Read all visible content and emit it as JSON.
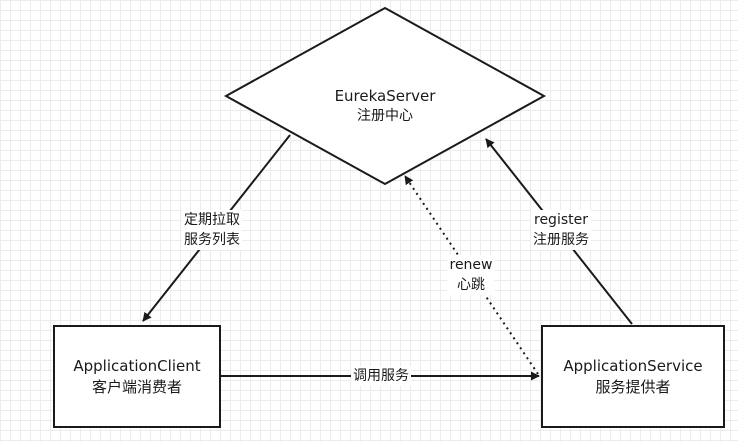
{
  "eureka": {
    "line1": "EurekaServer",
    "line2": "注册中心"
  },
  "client": {
    "line1": "ApplicationClient",
    "line2": "客户端消费者"
  },
  "service": {
    "line1": "ApplicationService",
    "line2": "服务提供者"
  },
  "edges": {
    "pull": {
      "line1": "定期拉取",
      "line2": "服务列表"
    },
    "register": {
      "line1": "register",
      "line2": "注册服务"
    },
    "renew": {
      "line1": "renew",
      "line2": "心跳"
    },
    "invoke": {
      "line1": "调用服务"
    }
  }
}
